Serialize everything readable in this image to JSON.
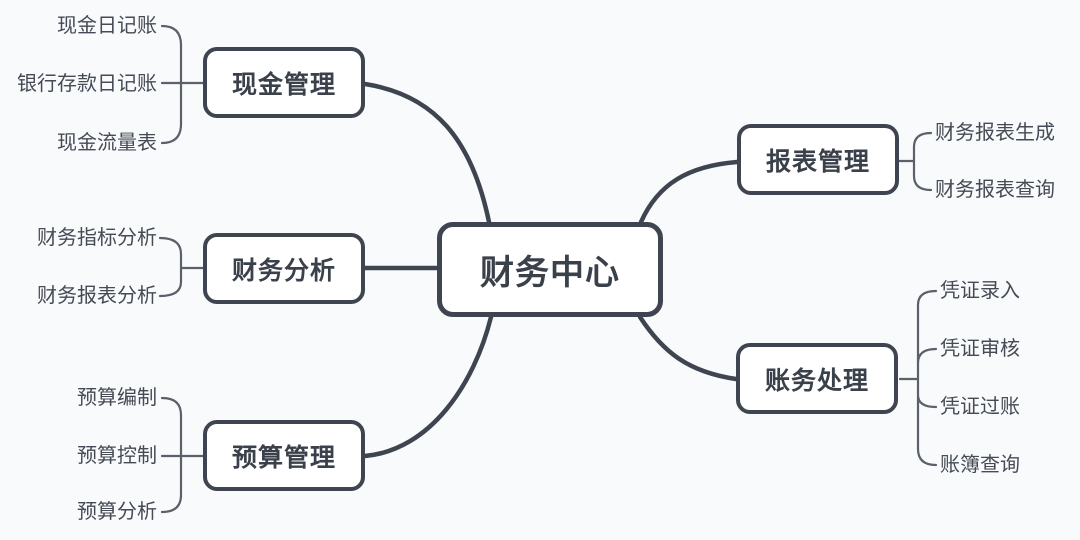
{
  "colors": {
    "background": "#f9fafb",
    "node_fill": "#ffffff",
    "node_border": "#3f4550",
    "node_text": "#3b414b",
    "leaf_text": "#454b55",
    "branch_line": "#3f4550",
    "leaf_line": "#5a616b"
  },
  "root": {
    "label": "财务中心"
  },
  "branches": [
    {
      "label": "现金管理",
      "children": [
        "现金日记账",
        "银行存款日记账",
        "现金流量表"
      ]
    },
    {
      "label": "财务分析",
      "children": [
        "财务指标分析",
        "财务报表分析"
      ]
    },
    {
      "label": "预算管理",
      "children": [
        "预算编制",
        "预算控制",
        "预算分析"
      ]
    },
    {
      "label": "报表管理",
      "children": [
        "财务报表生成",
        "财务报表查询"
      ]
    },
    {
      "label": "账务处理",
      "children": [
        "凭证录入",
        "凭证审核",
        "凭证过账",
        "账簿查询"
      ]
    }
  ]
}
